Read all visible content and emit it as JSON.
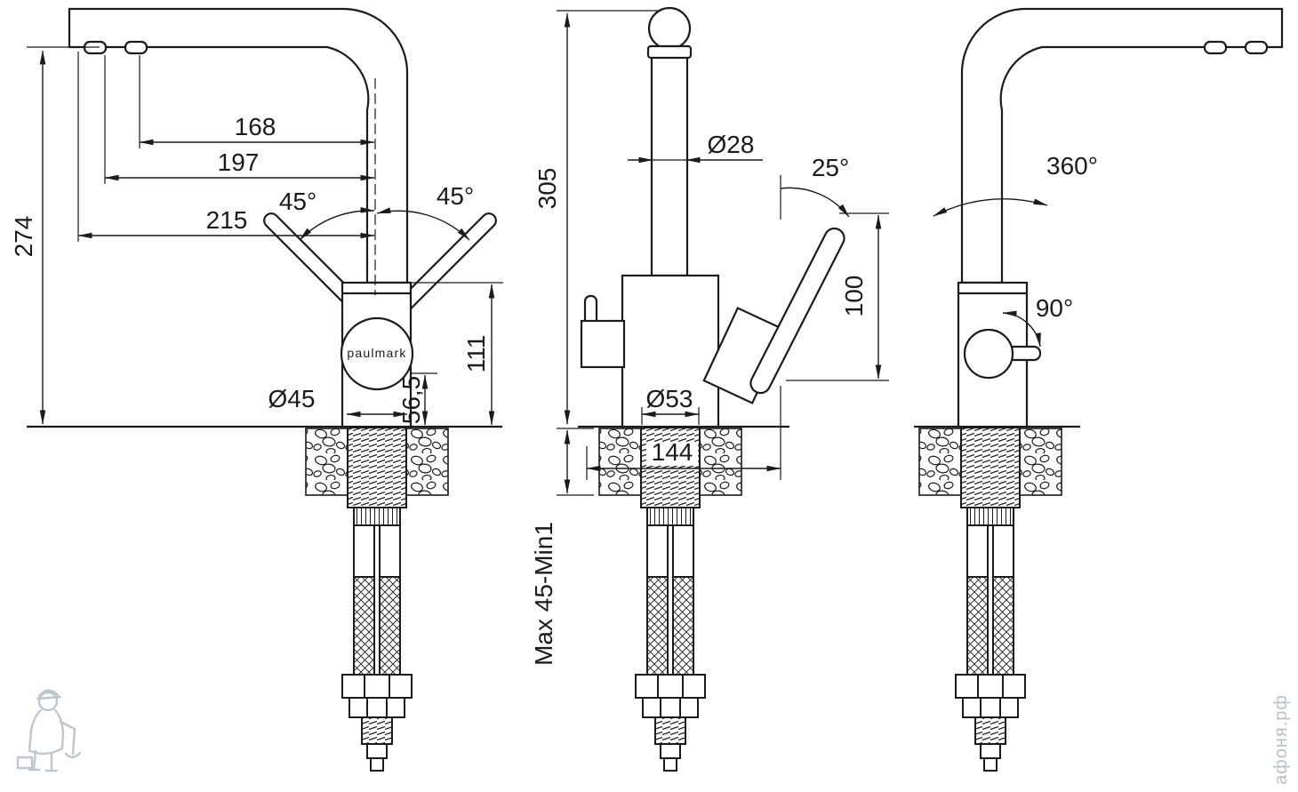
{
  "page": {
    "background": "#ffffff",
    "ink": "#1b1b1b",
    "watermark_color": "#b6c2ca"
  },
  "brand": {
    "logo": "paulmark"
  },
  "labels": {
    "front": {
      "height": "274",
      "reach_inner": "168",
      "reach_mid": "197",
      "reach_outer": "215",
      "angle_left": "45°",
      "angle_right": "45°",
      "body_dia": "Ø45",
      "spout_height": "111",
      "lever_height": "56,5"
    },
    "side": {
      "height": "305",
      "spout_dia": "Ø28",
      "handle_angle": "25°",
      "handle_len": "100",
      "base_dia": "Ø53",
      "span": "144",
      "mount": "Max 45-Min1"
    },
    "rear": {
      "swivel": "360°",
      "swing": "90°"
    }
  },
  "watermark": {
    "site": "афоня.рф"
  }
}
